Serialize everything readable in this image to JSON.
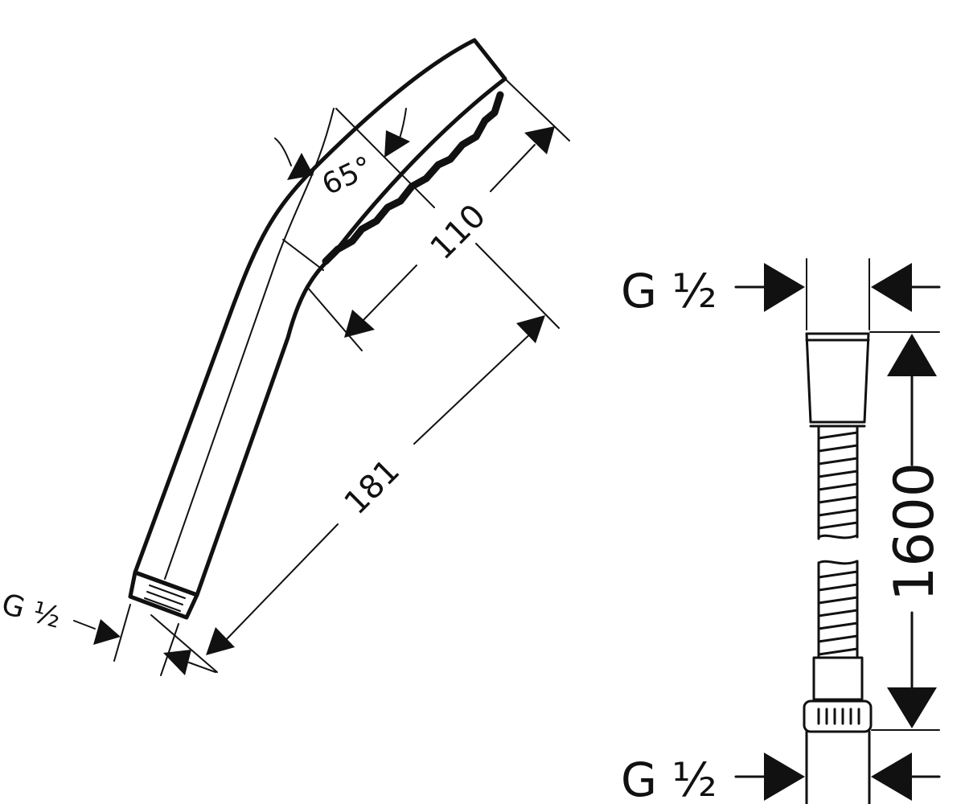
{
  "drawing": {
    "hand_shower": {
      "angle_label": "65°",
      "face_dimension": "110",
      "length_dimension": "181",
      "thread_label": "G ½"
    },
    "hose": {
      "length_dimension": "1600",
      "top_thread_label": "G ½",
      "bottom_thread_label": "G ½"
    }
  }
}
